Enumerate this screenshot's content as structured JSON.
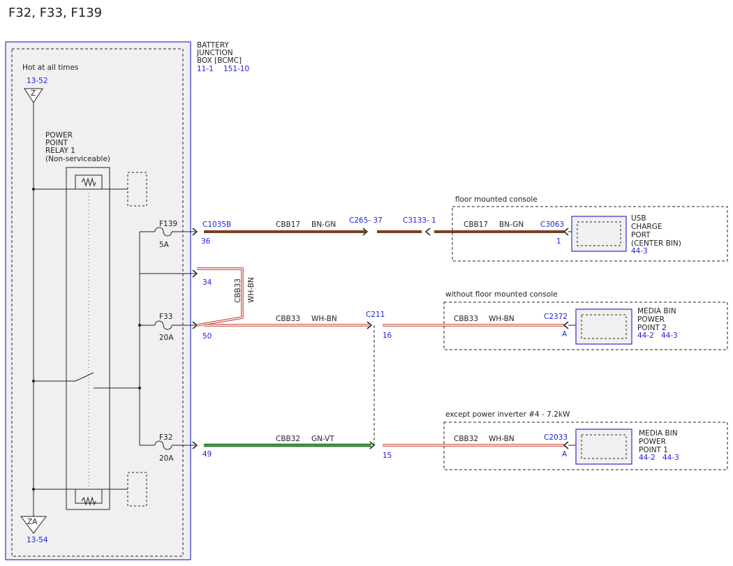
{
  "title": "F32, F33, F139",
  "bjb": {
    "l1": "BATTERY",
    "l2": "JUNCTION",
    "l3": "BOX [BCMC]",
    "ref1": "11-1",
    "ref2": "151-10",
    "hot": "Hot at all times",
    "top_ref": "13-52",
    "top_node": "Z",
    "bot_ref": "13-54",
    "bot_node": "ZA",
    "relay_l1": "POWER",
    "relay_l2": "POINT",
    "relay_l3": "RELAY 1",
    "relay_l4": "(Non-serviceable)"
  },
  "fuses": {
    "f139": {
      "name": "F139",
      "amps": "5A"
    },
    "f33": {
      "name": "F33",
      "amps": "20A"
    },
    "f32": {
      "name": "F32",
      "amps": "20A"
    }
  },
  "pins": {
    "p36": "36",
    "p34": "34",
    "p50": "50",
    "p49": "49",
    "p16": "16",
    "p15": "15",
    "p1": "1",
    "pa1": "A",
    "pa2": "A"
  },
  "connectors": {
    "c1035b": "C1035B",
    "c265": "C265- 37",
    "c3133": "C3133- 1",
    "c3063": "C3063",
    "c211": "C211",
    "c2372": "C2372",
    "c2033": "C2033"
  },
  "wires": {
    "cbb17": "CBB17",
    "bngn": "BN-GN",
    "cbb33": "CBB33",
    "whbn": "WH-BN",
    "cbb32": "CBB32",
    "gnvt": "GN-VT"
  },
  "consoles": {
    "floor": "floor mounted console",
    "without": "without floor mounted console",
    "except": "except power inverter #4 - 7.2kW"
  },
  "devices": {
    "usb": {
      "l1": "USB",
      "l2": "CHARGE",
      "l3": "PORT",
      "l4": "(CENTER BIN)",
      "ref": "44-3"
    },
    "mb2": {
      "l1": "MEDIA BIN",
      "l2": "POWER",
      "l3": "POINT 2",
      "ref1": "44-2",
      "ref2": "44-3"
    },
    "mb1": {
      "l1": "MEDIA BIN",
      "l2": "POWER",
      "l3": "POINT 1",
      "ref1": "44-2",
      "ref2": "44-3"
    }
  },
  "colors": {
    "brown": "#7a3f1f",
    "green": "#1d6b1d",
    "blue": "#1f1fd6",
    "red": "#c0392b"
  }
}
